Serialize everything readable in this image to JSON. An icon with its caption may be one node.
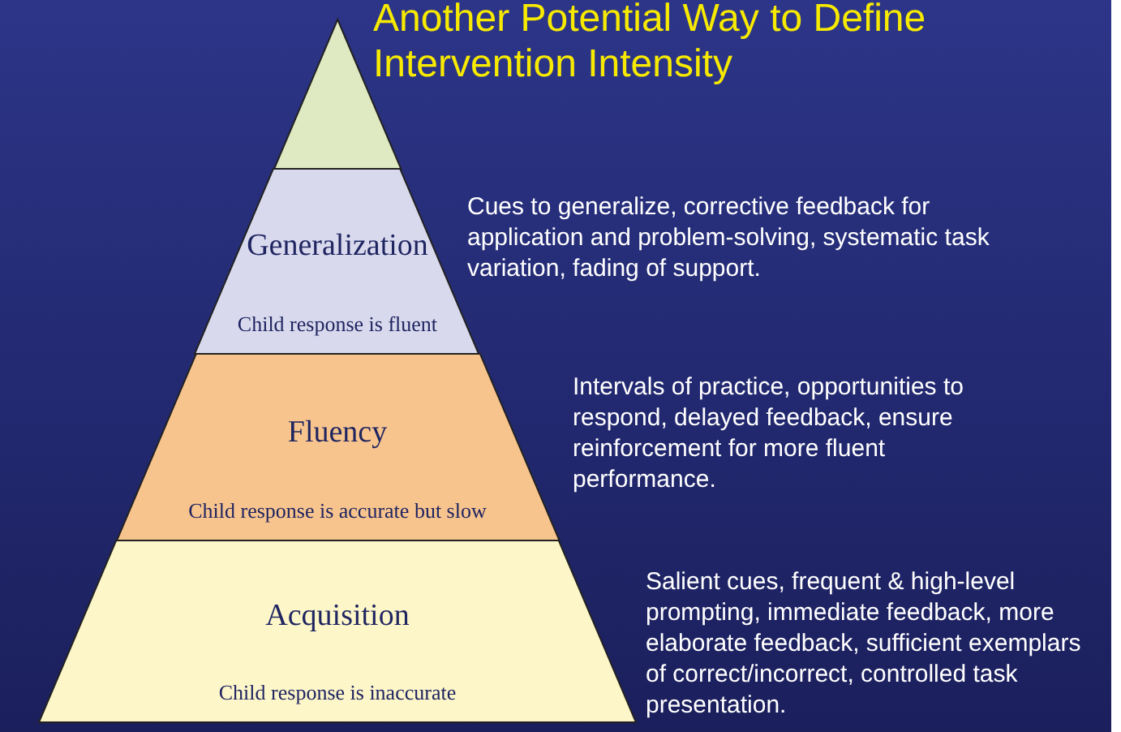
{
  "diagram": {
    "title": "Another Potential Way to Define Intervention Intensity",
    "nodes": [
      {
        "text": [],
        "shape": "triangle"
      },
      {
        "text": [
          "Generalization",
          "Child response is fluent"
        ],
        "beside": [
          "Cues to generalize, corrective feedback for application and problem-solving, systematic task variation, fading of support."
        ]
      },
      {
        "text": [
          "Fluency",
          "Child response is accurate but slow"
        ],
        "beside": [
          "Intervals of practice, opportunities to respond, delayed feedback, ensure reinforcement for more fluent performance."
        ]
      },
      {
        "text": [
          "Acquisition",
          "Child response is inaccurate"
        ],
        "beside": [
          "Salient cues, frequent & high-level prompting, immediate feedback, more elaborate feedback, sufficient exemplars of correct/incorrect, controlled task presentation."
        ]
      }
    ]
  }
}
